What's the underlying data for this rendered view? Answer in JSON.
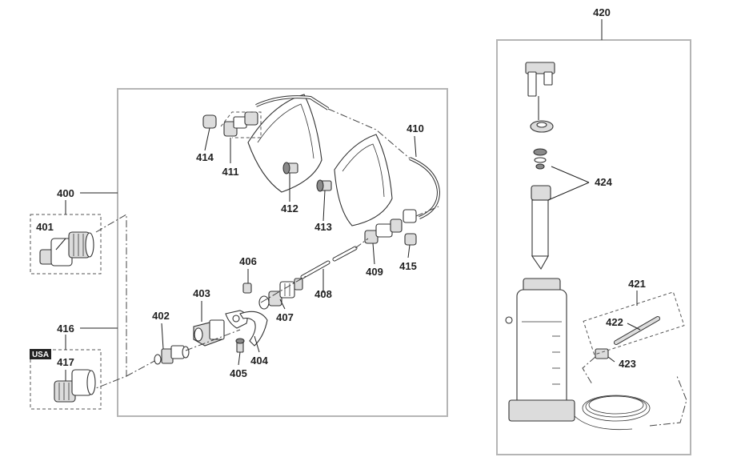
{
  "labels": {
    "p400": "400",
    "p401": "401",
    "p402": "402",
    "p403": "403",
    "p404": "404",
    "p405": "405",
    "p406": "406",
    "p407": "407",
    "p408": "408",
    "p409": "409",
    "p410": "410",
    "p411": "411",
    "p412": "412",
    "p413": "413",
    "p414": "414",
    "p415": "415",
    "p416": "416",
    "p417": "417",
    "p420": "420",
    "p421": "421",
    "p422": "422",
    "p423": "423",
    "p424": "424"
  },
  "badge": {
    "usa": "USA"
  },
  "colors": {
    "frame": "#b5b5b5",
    "ink": "#222222",
    "badge_bg": "#222222"
  }
}
